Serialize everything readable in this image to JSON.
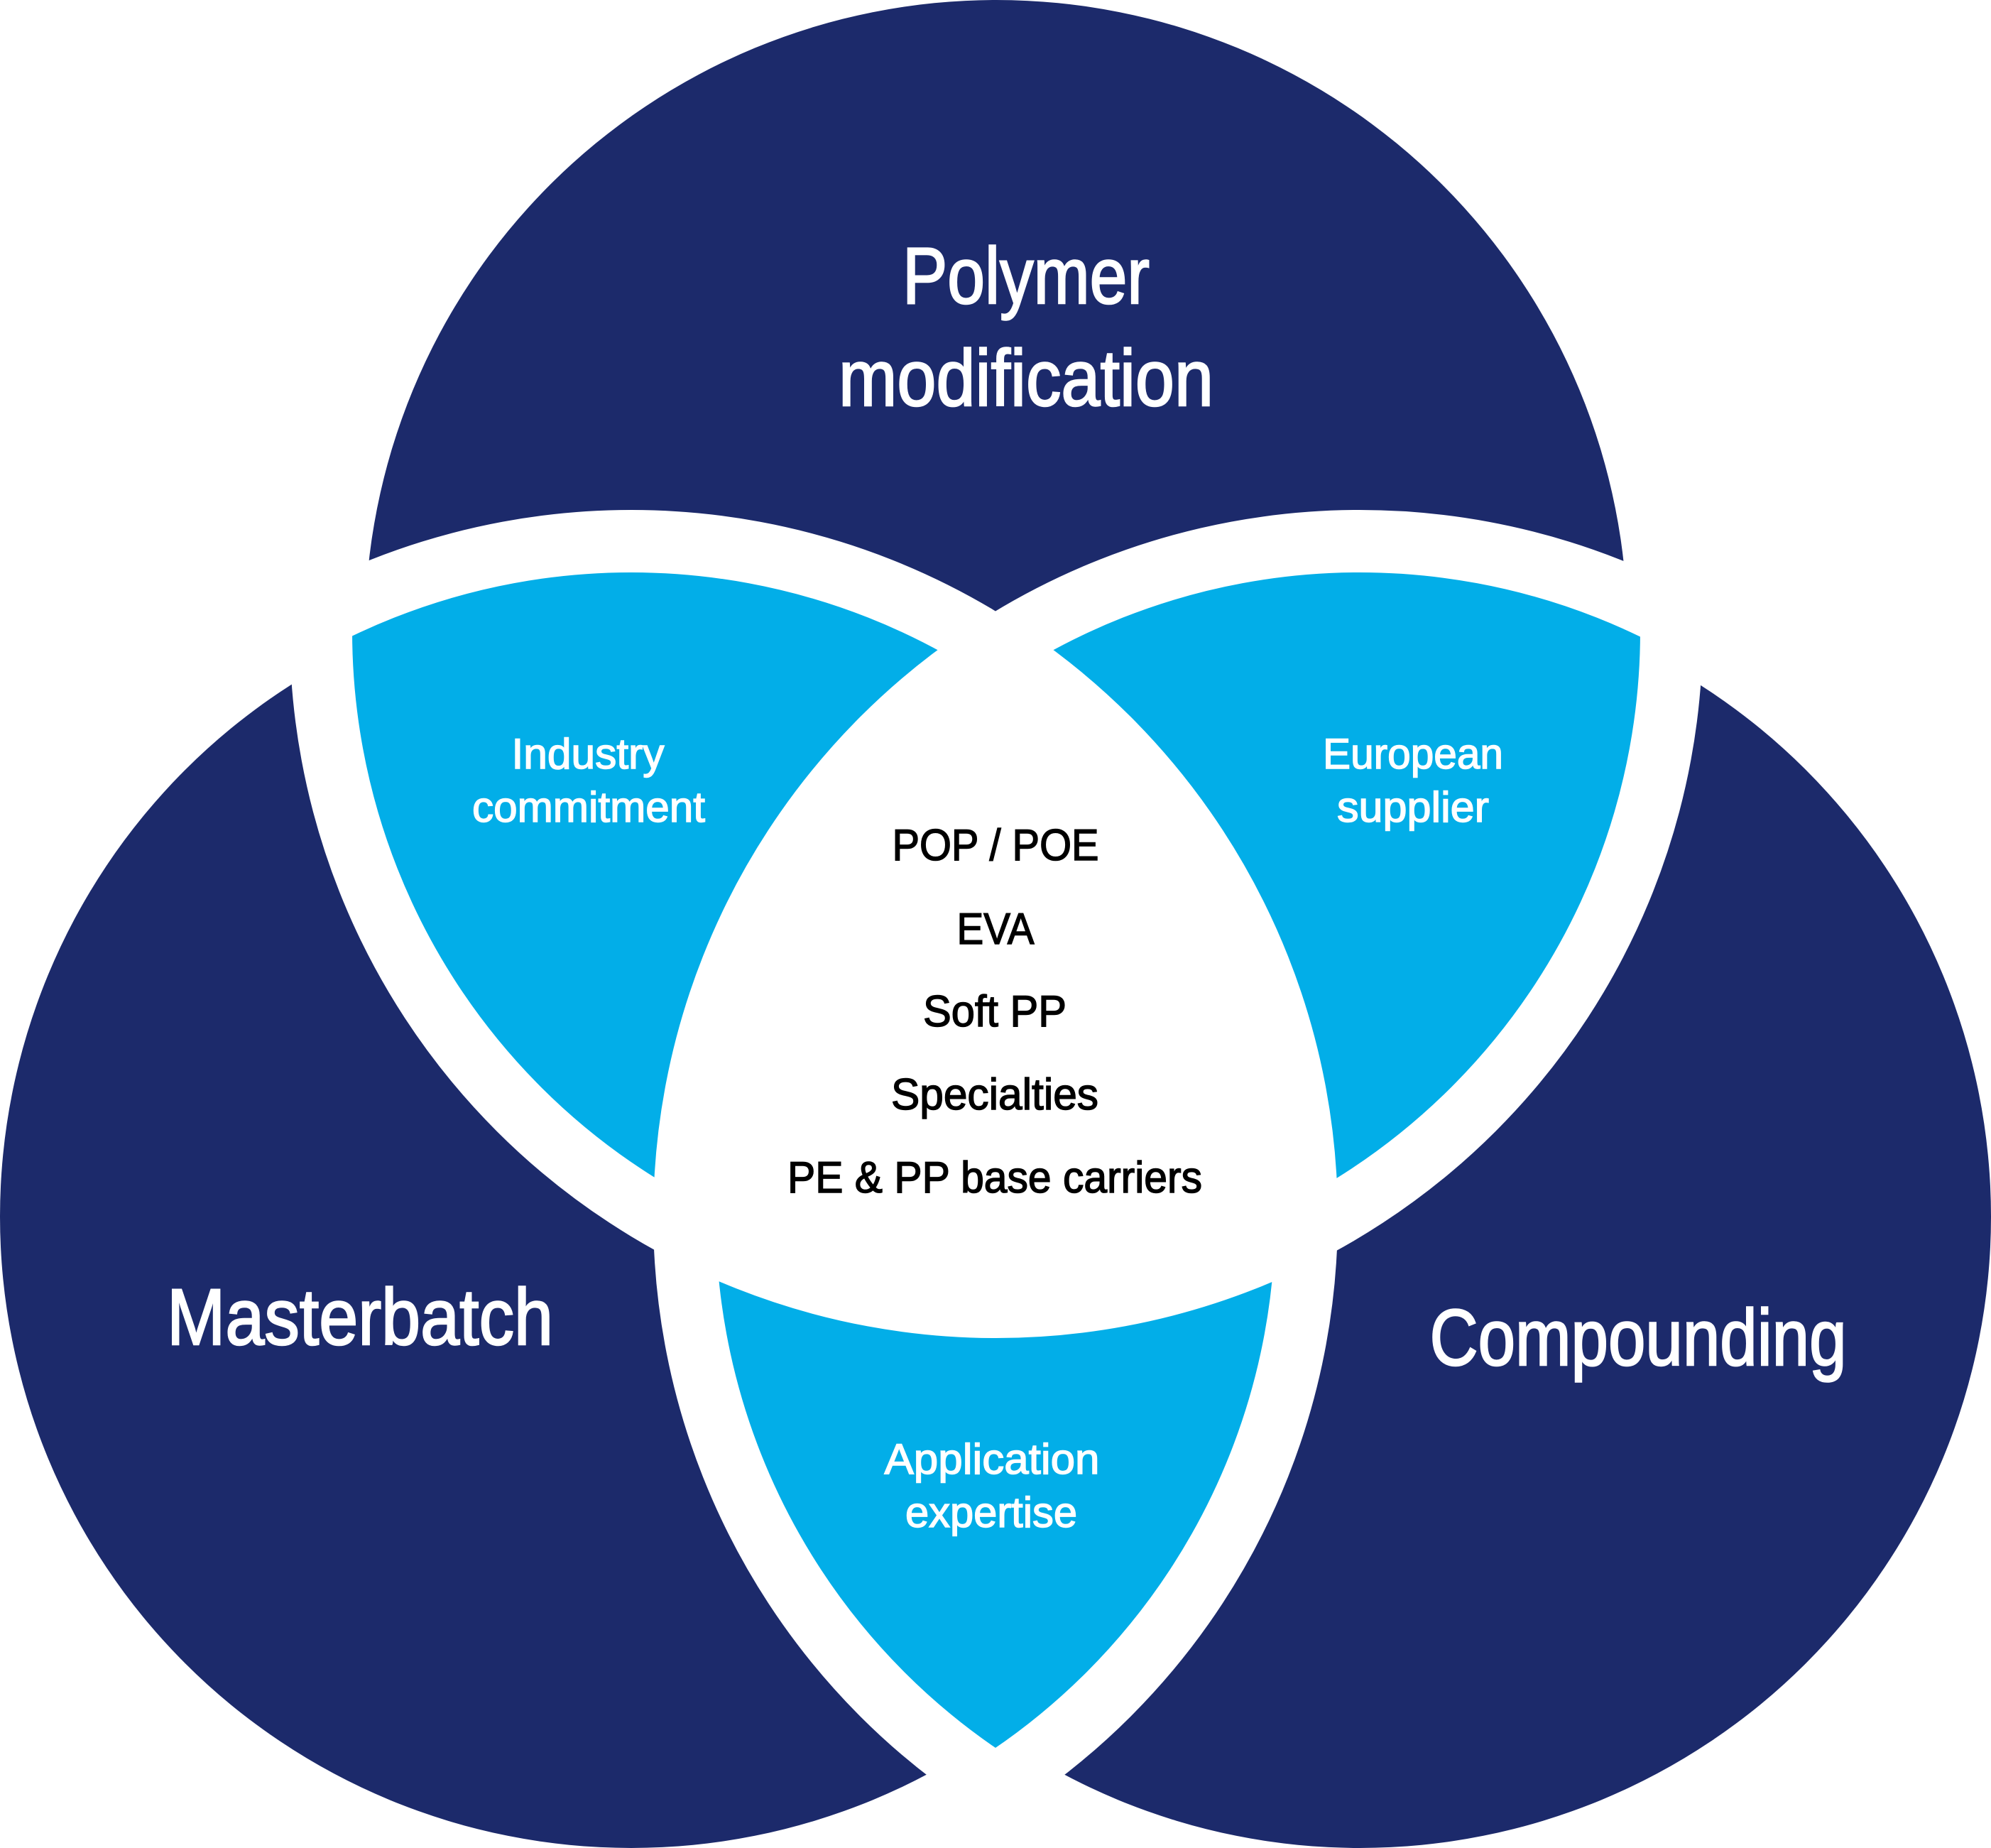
{
  "diagram": {
    "type": "venn",
    "colors": {
      "circle": "#1C2A6B",
      "overlap": "#02AEE8",
      "center": "#FFFFFF",
      "gap": "#FFFFFF",
      "circle_text": "#FFFFFF",
      "center_text": "#000000"
    },
    "circles": [
      {
        "id": "top",
        "lines": [
          "Polymer",
          "modification"
        ]
      },
      {
        "id": "left",
        "lines": [
          "Masterbatch"
        ]
      },
      {
        "id": "right",
        "lines": [
          "Compounding"
        ]
      }
    ],
    "overlaps": [
      {
        "sets": [
          "top",
          "left"
        ],
        "lines": [
          "Industry",
          "commitment"
        ]
      },
      {
        "sets": [
          "top",
          "right"
        ],
        "lines": [
          "European",
          "supplier"
        ]
      },
      {
        "sets": [
          "left",
          "right"
        ],
        "lines": [
          "Application",
          "expertise"
        ]
      }
    ],
    "center": {
      "sets": [
        "top",
        "left",
        "right"
      ],
      "items": [
        "POP / POE",
        "EVA",
        "Soft PP",
        "Specialties",
        "PE & PP base carriers"
      ]
    }
  }
}
